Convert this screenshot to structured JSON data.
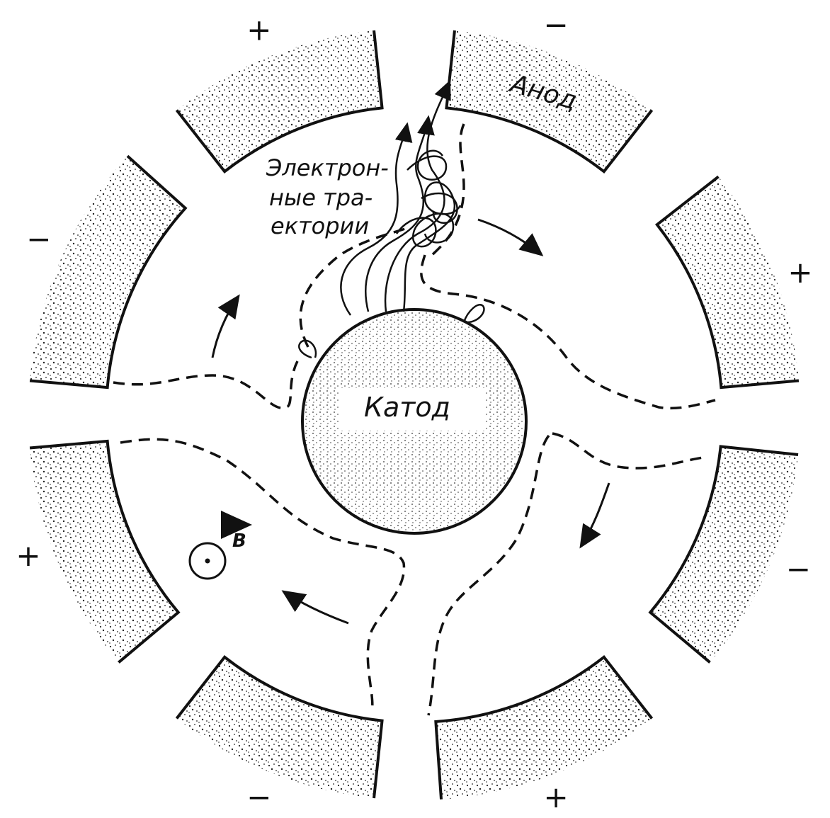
{
  "labels": {
    "anode": "Анод",
    "cathode": "Катод",
    "trajectories_line1": "Электрон-",
    "trajectories_line2": "ные тра-",
    "trajectories_line3": "ектории",
    "field": "B"
  },
  "segment_signs": [
    "+",
    "−",
    "+",
    "−",
    "+",
    "−",
    "+",
    "−"
  ],
  "colors": {
    "ink": "#111111",
    "background": "#ffffff"
  }
}
